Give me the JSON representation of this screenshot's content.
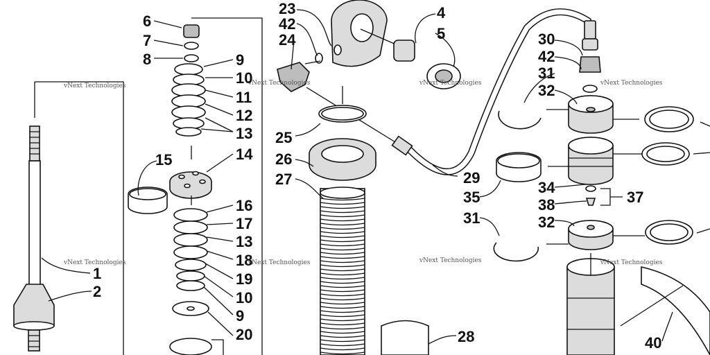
{
  "callouts": {
    "c1": "1",
    "c2": "2",
    "c4": "4",
    "c5": "5",
    "c6": "6",
    "c7": "7",
    "c8": "8",
    "c9a": "9",
    "c10a": "10",
    "c11": "11",
    "c12": "12",
    "c13a": "13",
    "c14": "14",
    "c15": "15",
    "c16": "16",
    "c17": "17",
    "c13b": "13",
    "c18": "18",
    "c19": "19",
    "c10b": "10",
    "c9b": "9",
    "c20": "20",
    "c23": "23",
    "c42a": "42",
    "c24": "24",
    "c25": "25",
    "c26": "26",
    "c27": "27",
    "c28": "28",
    "c29": "29",
    "c30": "30",
    "c42b": "42",
    "c31a": "31",
    "c32a": "32",
    "c35": "35",
    "c34": "34",
    "c37": "37",
    "c38": "38",
    "c31b": "31",
    "c32b": "32",
    "c40": "40"
  },
  "watermark": "vNext Technologies"
}
